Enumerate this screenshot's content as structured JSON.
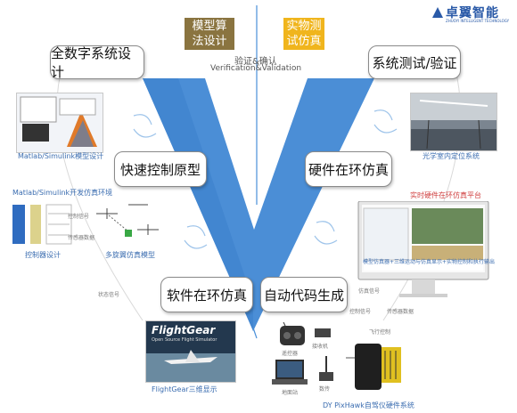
{
  "logo": {
    "name": "卓翼智能",
    "subtitle": "ZHUOYI INTELLIGENT TECHNOLOGY"
  },
  "tags": {
    "model_algo": [
      "模型算",
      "法设计"
    ],
    "physical_test": [
      "实物测",
      "试仿真"
    ]
  },
  "verify": {
    "zh": "验证&确认",
    "en": "Verification&Validation"
  },
  "boxes": {
    "full_digital": "全数字系统设计",
    "system_test": "系统测试/验证",
    "rapid_proto": "快速控制原型",
    "hil": "硬件在环仿真",
    "sil": "软件在环仿真",
    "autocode": "自动代码生成"
  },
  "captions": {
    "matlab_model": "Matlab/Simulink模型设计",
    "matlab_env": "Matlab/Simulink开发仿真环境",
    "controller": "控制器设计",
    "multirotor": "多旋翼仿真模型",
    "optical_lab": "光学室内定位系统",
    "hil_platform": "实时硬件在环仿真平台",
    "flightgear_caption": "FlightGear三维显示",
    "pixhawk_caption": "DY  PixHawk自驾仪硬件系统",
    "remote": "遥控器",
    "receiver": "接收机",
    "laptop": "地面站",
    "telemetry": "数传",
    "monitor_caption": "模型仿真器+三维运动与仿真显示+实物控制和执行输出",
    "flightgear_logo": "FlightGear",
    "flightgear_sub": "Open Source Flight Simulator"
  },
  "minor_labels": [
    "控制信号",
    "传感器数据",
    "状态信号",
    "仿真信号",
    "控制信号",
    "传感器数据",
    "飞行控制"
  ],
  "colors": {
    "v_blue": "#4a90d9",
    "tag_brown": "#8a7440",
    "tag_gold": "#f0b51d",
    "logo_blue": "#2a5aa8"
  }
}
